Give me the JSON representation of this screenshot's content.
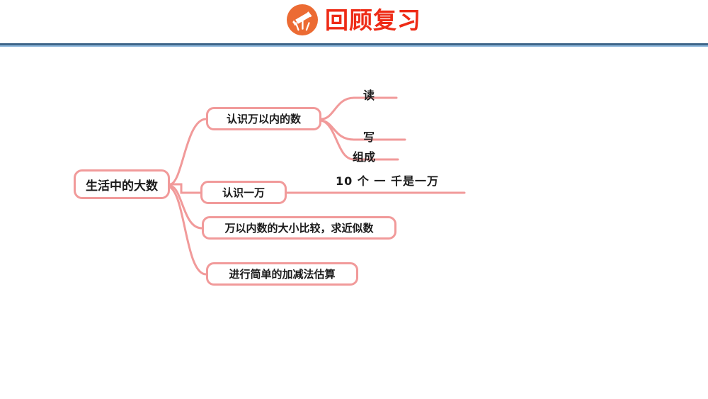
{
  "header": {
    "title": "回顾复习",
    "icon": "telescope-icon",
    "icon_bg_color": "#ec6b33",
    "title_color": "#ee2b16",
    "rule_dark_color": "#3d6589",
    "rule_light_color": "#8fb8dc"
  },
  "mindmap": {
    "node_border_color": "#f19a9a",
    "connector_color": "#f19a9a",
    "root": {
      "label": "生活中的大数"
    },
    "branches": [
      {
        "label": "认识万以内的数"
      },
      {
        "label": "认识一万"
      },
      {
        "label": "万以内数的大小比较，求近似数"
      },
      {
        "label": "进行简单的加减法估算"
      }
    ],
    "leaves": [
      {
        "label": "读"
      },
      {
        "label": "写"
      },
      {
        "label": "组成"
      },
      {
        "label": "10 个 一 千是一万"
      }
    ]
  }
}
